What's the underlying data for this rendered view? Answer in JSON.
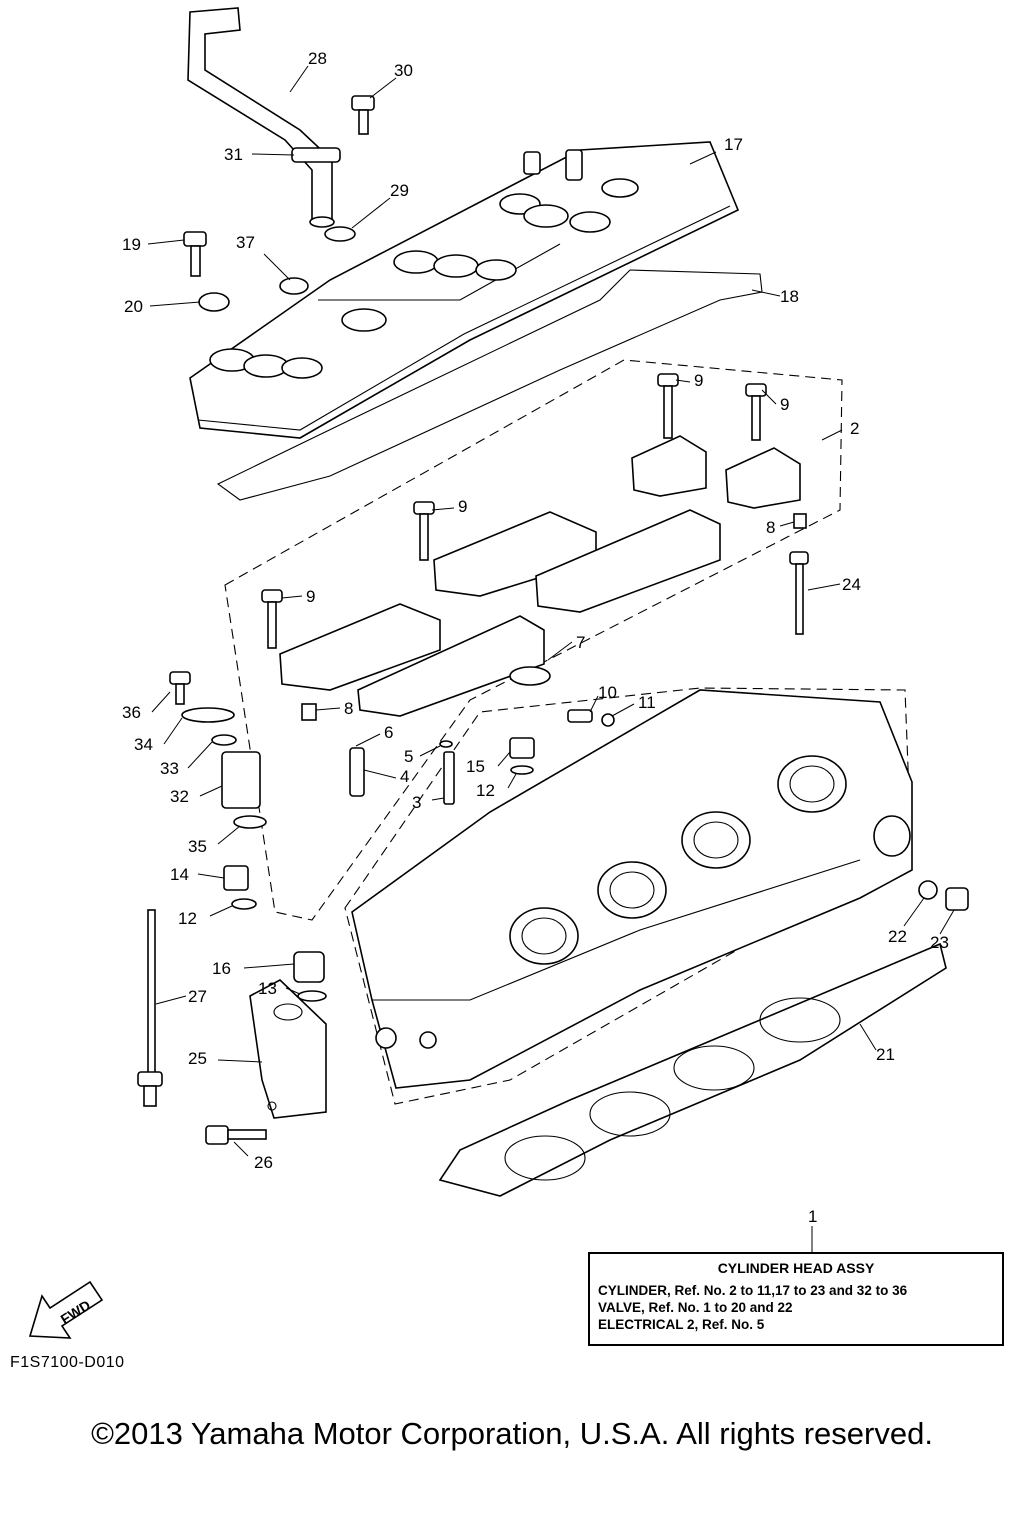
{
  "callouts": [
    "1",
    "2",
    "3",
    "4",
    "5",
    "6",
    "7",
    "8",
    "8",
    "9",
    "9",
    "9",
    "9",
    "10",
    "11",
    "12",
    "12",
    "13",
    "14",
    "15",
    "16",
    "17",
    "18",
    "19",
    "20",
    "21",
    "22",
    "23",
    "24",
    "25",
    "26",
    "27",
    "28",
    "29",
    "30",
    "31",
    "32",
    "33",
    "34",
    "35",
    "36",
    "37"
  ],
  "assembly_box": {
    "title": "CYLINDER HEAD ASSY",
    "lines": [
      "CYLINDER, Ref. No. 2 to 11,17 to 23 and 32 to 36",
      "VALVE, Ref. No. 1 to 20 and 22",
      "ELECTRICAL 2, Ref. No. 5"
    ]
  },
  "fwd_label": "FWD",
  "figure_code": "F1S7100-D010",
  "copyright": "©2013 Yamaha Motor Corporation, U.S.A. All rights reserved."
}
